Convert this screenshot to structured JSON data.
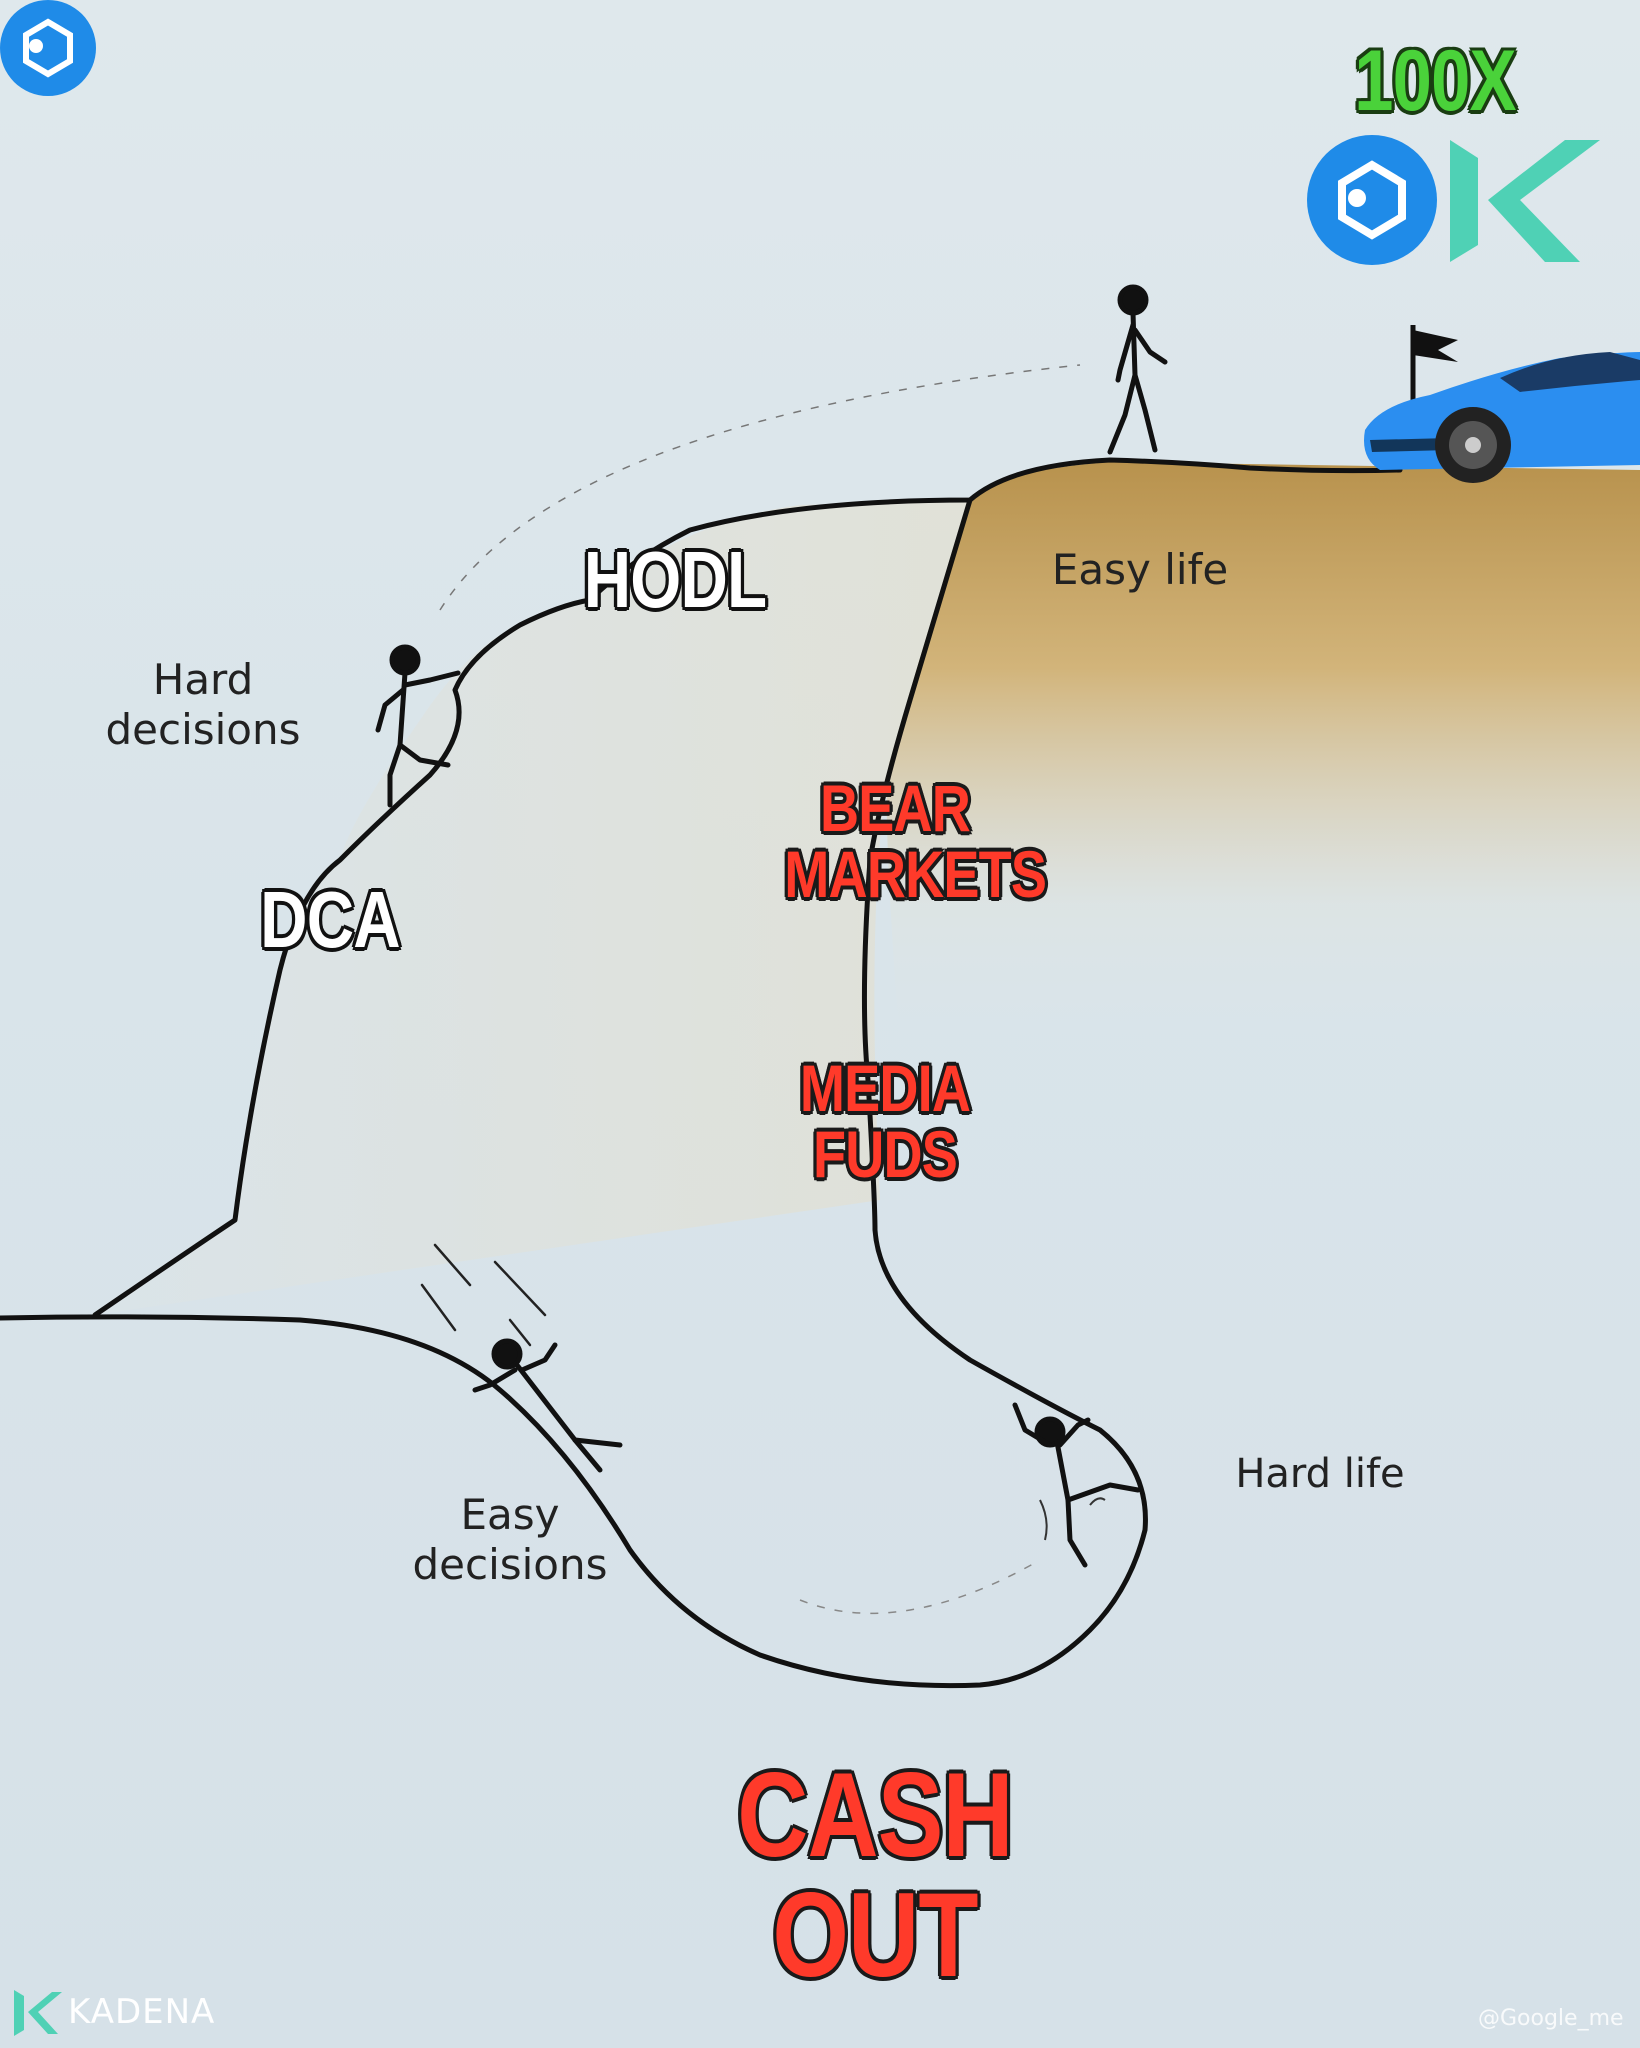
{
  "labels": {
    "hard_decisions": "Hard\ndecisions",
    "easy_life": "Easy life",
    "hard_life": "Hard life",
    "easy_decisions": "Easy\ndecisions"
  },
  "overlays": {
    "hodl": "HODL",
    "dca": "DCA",
    "bear_markets": "BEAR\nMARKETS",
    "media_fuds": "MEDIA\nFUDS",
    "cash_out": "CASH OUT",
    "hundred_x": "100X"
  },
  "watermarks": {
    "kadena": "KADENA",
    "handle": "@Google_me"
  },
  "colors": {
    "line": "#111111",
    "sand": "#c9a768",
    "meme_red": "#ff3a2a",
    "meme_green": "#4ad23a",
    "logo_blue": "#1f8be8",
    "kadena_teal": "#4fd1b5",
    "car_blue": "#2b8ef0"
  },
  "icons": [
    "kadena-hexagon-logo",
    "kadena-k-logo",
    "flag",
    "sports-car",
    "stick-figure"
  ]
}
